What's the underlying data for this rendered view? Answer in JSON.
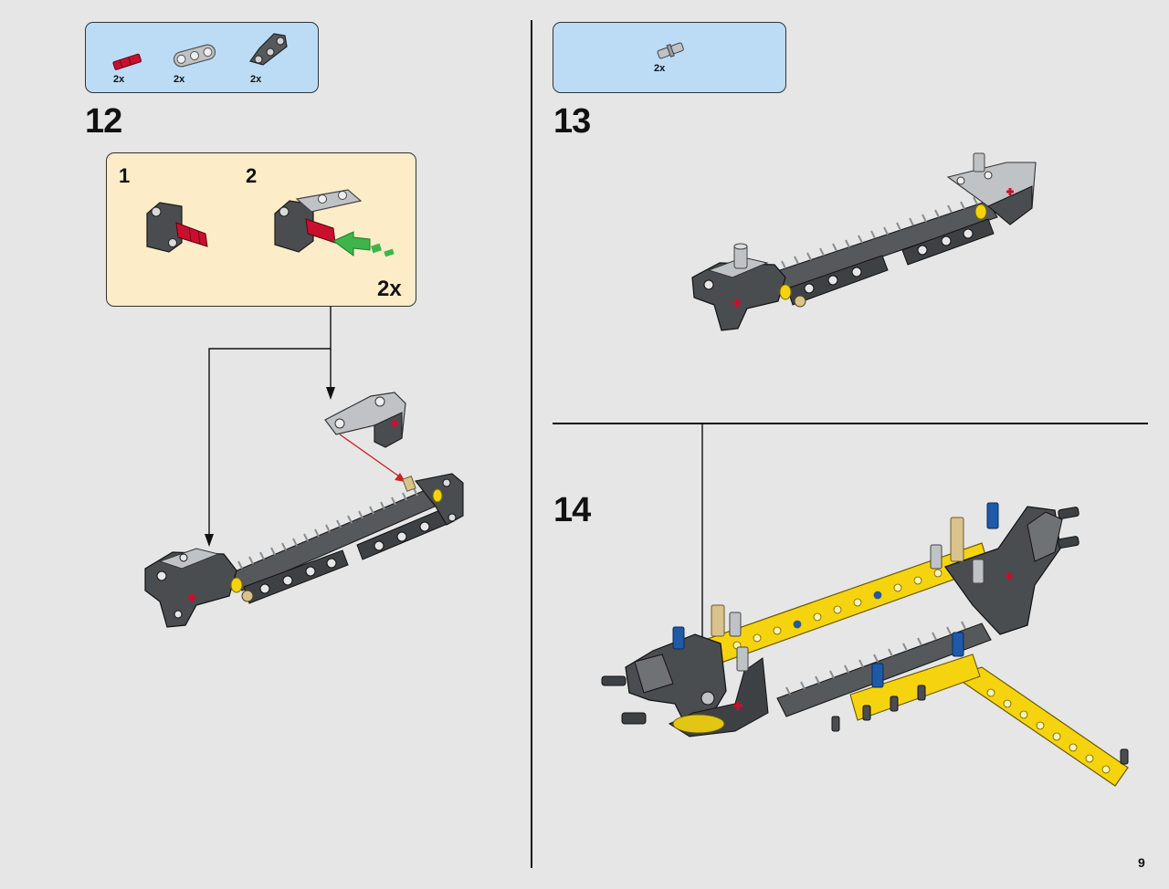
{
  "page": {
    "number": "9"
  },
  "steps": [
    {
      "number": "12",
      "parts": [
        {
          "qty": "2x",
          "icon": "red-axle-connector-icon",
          "color": "#c8102e"
        },
        {
          "qty": "2x",
          "icon": "gray-beam-connector-icon",
          "color": "#a0a5a9"
        },
        {
          "qty": "2x",
          "icon": "dark-gray-angle-beam-icon",
          "color": "#4a4d50"
        }
      ],
      "substeps": [
        {
          "number": "1"
        },
        {
          "number": "2"
        }
      ],
      "sub_multiplier": "2x"
    },
    {
      "number": "13",
      "parts": [
        {
          "qty": "2x",
          "icon": "gray-pin-icon",
          "color": "#a0a5a9"
        }
      ]
    },
    {
      "number": "14"
    }
  ],
  "colors": {
    "parts_box": "#bcdcf6",
    "subassembly_box": "#fdecc8",
    "yellow_beam": "#f5d40f",
    "blue_pin": "#1e5aa8",
    "tan_pin": "#d9c28b",
    "arrow_green": "#3db54a",
    "arrow_red": "#cc2222"
  }
}
